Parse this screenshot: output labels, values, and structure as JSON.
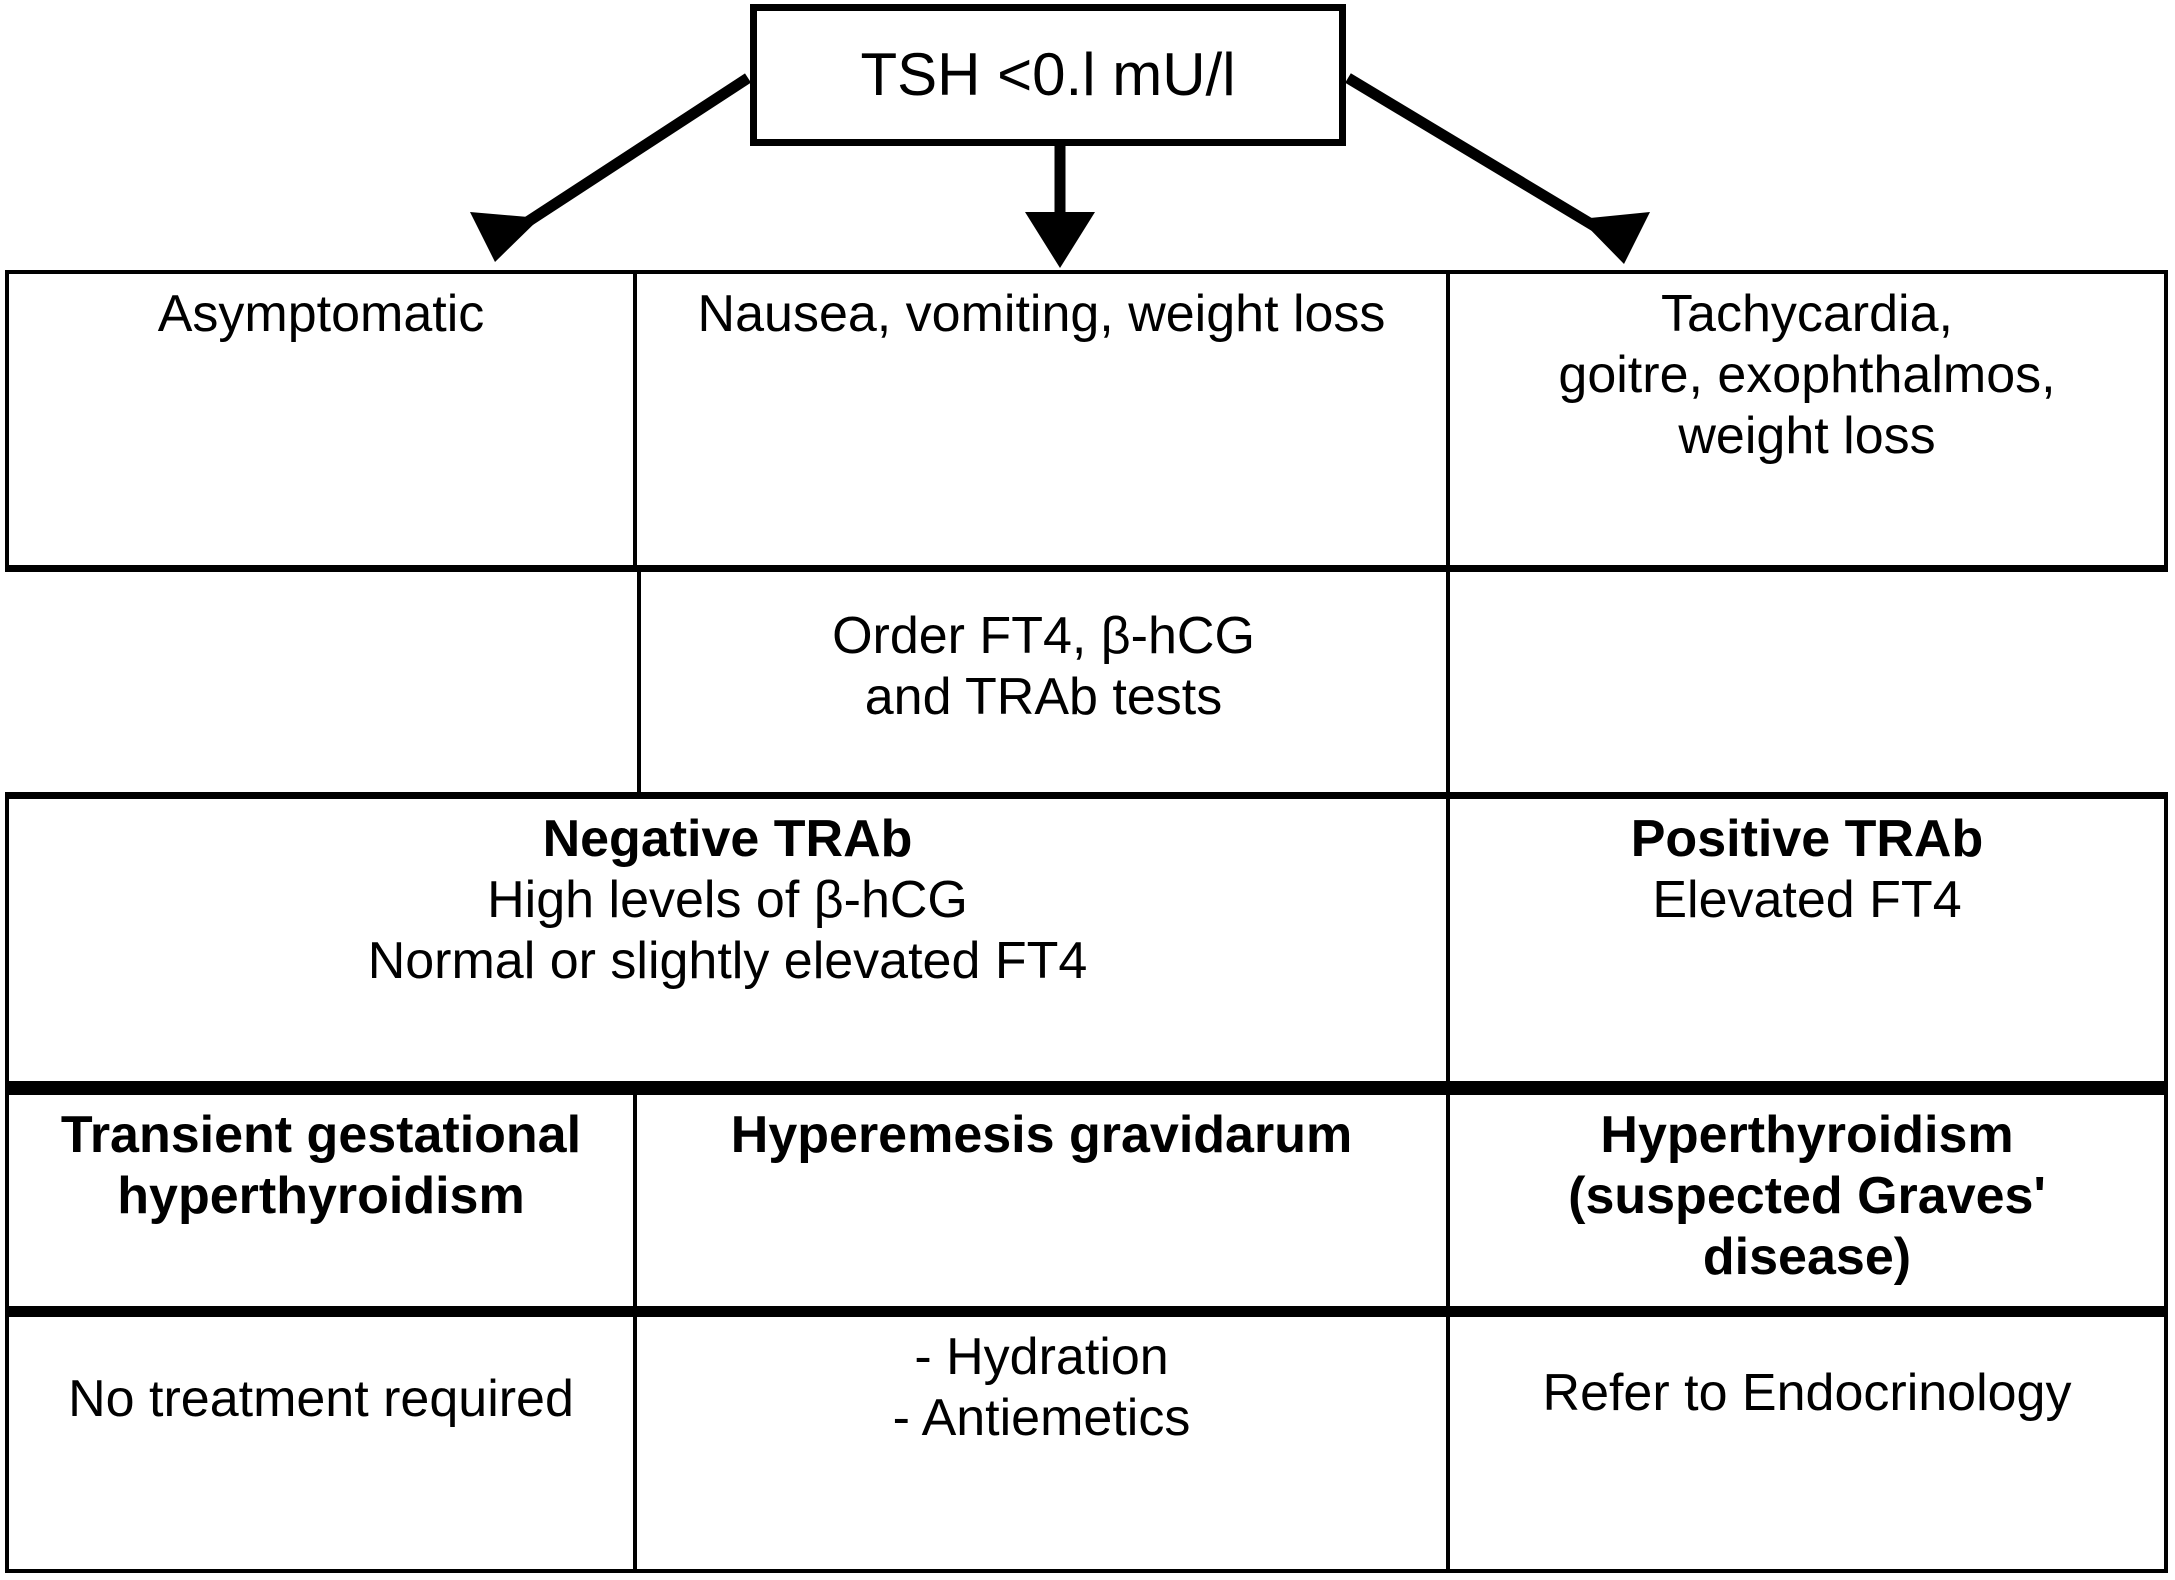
{
  "flowchart": {
    "root": {
      "label": "TSH <0.l mU/l",
      "shape": "rectangle"
    },
    "arrows": [
      {
        "name": "arrow-to-asymptomatic",
        "direction": "down-left",
        "head": "solid-triangle"
      },
      {
        "name": "arrow-to-nausea",
        "direction": "down",
        "head": "solid-triangle"
      },
      {
        "name": "arrow-to-tachycardia",
        "direction": "down-right",
        "head": "solid-triangle"
      }
    ],
    "columns": [
      {
        "key": "col1",
        "name": "asymptomatic-branch"
      },
      {
        "key": "col2",
        "name": "hyperemesis-branch"
      },
      {
        "key": "col3",
        "name": "graves-branch"
      }
    ],
    "rows": [
      {
        "key": "presentation",
        "name": "clinical-presentation-row",
        "cells": {
          "col1": {
            "lines": [
              "Asymptomatic"
            ],
            "bold_first": false
          },
          "col2": {
            "lines": [
              "Nausea, vomiting, weight loss"
            ],
            "bold_first": false
          },
          "col3": {
            "lines": [
              "Tachycardia,",
              "goitre, exophthalmos,",
              "weight loss"
            ],
            "bold_first": false
          }
        }
      },
      {
        "key": "investigations",
        "name": "investigations-row",
        "cells": {
          "col1": {
            "lines": [],
            "bold_first": false
          },
          "col2": {
            "lines": [
              "Order FT4, β-hCG",
              "and TRAb tests"
            ],
            "bold_first": false
          },
          "col3": {
            "lines": [],
            "bold_first": false
          }
        }
      },
      {
        "key": "results",
        "name": "results-row",
        "cells": {
          "col1_2": {
            "lines": [
              "Negative TRAb",
              "High levels of β-hCG",
              "Normal or slightly elevated FT4"
            ],
            "bold_first": true
          },
          "col3": {
            "lines": [
              "Positive TRAb",
              "Elevated FT4"
            ],
            "bold_first": true
          }
        }
      },
      {
        "key": "diagnosis",
        "name": "diagnosis-row",
        "cells": {
          "col1": {
            "lines": [
              "Transient gestational",
              "hyperthyroidism"
            ],
            "bold_first": true,
            "all_bold": true
          },
          "col2": {
            "lines": [
              "Hyperemesis gravidarum"
            ],
            "bold_first": true,
            "all_bold": true
          },
          "col3": {
            "lines": [
              "Hyperthyroidism",
              "(suspected Graves'",
              "disease)"
            ],
            "bold_first": true,
            "all_bold": true
          }
        }
      },
      {
        "key": "management",
        "name": "management-row",
        "cells": {
          "col1": {
            "lines": [
              "No treatment required"
            ],
            "bold_first": false
          },
          "col2": {
            "lines": [
              "- Hydration",
              "- Antiemetics"
            ],
            "bold_first": false
          },
          "col3": {
            "lines": [
              "Refer to Endocrinology"
            ],
            "bold_first": false
          }
        }
      }
    ]
  },
  "colors": {
    "stroke": "#000000",
    "background": "#ffffff"
  }
}
